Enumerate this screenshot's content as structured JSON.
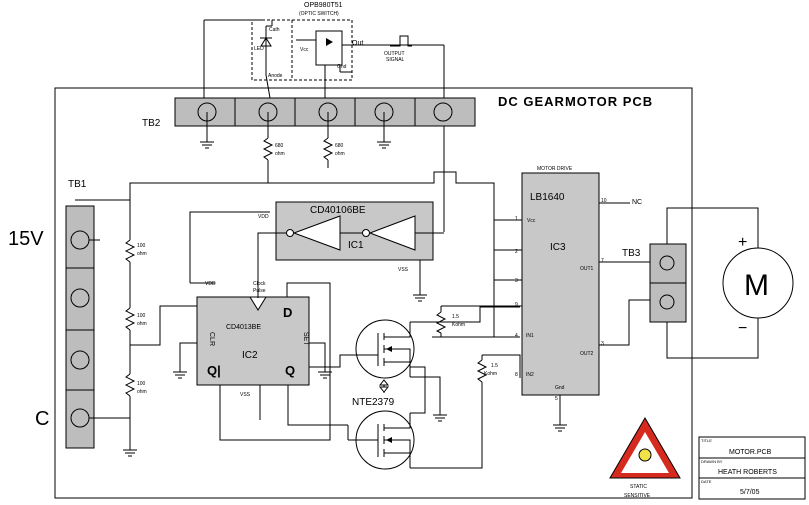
{
  "title": "DC  GEARMOTOR  PCB",
  "optic_switch": {
    "part": "OPB980T51",
    "desc": "(OPTIC SWITCH)",
    "pin_cath": "Cath",
    "pin_anode": "Anode",
    "pin_out": "Out",
    "pin_led": "LED",
    "pin_vcc": "Vcc",
    "pin_gnd": "Gnd"
  },
  "output_signal": {
    "line1": "OUTPUT",
    "line2": "SIGNAL"
  },
  "tb2": {
    "label": "TB2"
  },
  "tb1": {
    "label": "TB1",
    "v15": "15V",
    "c": "C"
  },
  "tb3": {
    "label": "TB3"
  },
  "r680a": {
    "value": "680",
    "unit": "ohm"
  },
  "r680b": {
    "value": "680",
    "unit": "ohm"
  },
  "r100a": {
    "value": "100",
    "unit": "ohm"
  },
  "r100b": {
    "value": "100",
    "unit": "ohm"
  },
  "r100c": {
    "value": "100",
    "unit": "ohm"
  },
  "r15a": {
    "value": "1.5",
    "unit": "Kohm"
  },
  "r15b": {
    "value": "1.5",
    "unit": "Kohm"
  },
  "ic1": {
    "part": "CD40106BE",
    "label": "IC1",
    "vdd": "VDD",
    "vss": "VSS"
  },
  "ic2": {
    "part": "CD4013BE",
    "label": "IC2",
    "vdd": "VDD",
    "vss": "VSS",
    "clock": "Clock",
    "pulse": "Pulse",
    "d": "D",
    "clr": "CLR",
    "set": "SET",
    "q": "Q",
    "qbar": "Q|"
  },
  "ic3": {
    "title": "MOTOR DRIVE",
    "part": "LB1640",
    "label": "IC3",
    "vcc": "Vcc",
    "out1": "OUT1",
    "out2": "OUT2",
    "in1": "IN1",
    "in2": "IN2",
    "gnd": "Gnd",
    "nc": "NC",
    "pins": {
      "p1": "1",
      "p2": "2",
      "p3": "3",
      "p4": "4",
      "p5": "5",
      "p7": "7",
      "p8": "8",
      "p9": "9",
      "p10": "10"
    }
  },
  "mosfet": {
    "label": "NTE2379"
  },
  "motor": {
    "label": "M",
    "plus": "+",
    "minus": "−"
  },
  "warning": {
    "line1": "STATIC",
    "line2": "SENSITIVE"
  },
  "title_block": {
    "title_label": "TITLE",
    "title": "MOTOR.PCB",
    "drawn_label": "DRAWN BY",
    "drawn": "HEATH ROBERTS",
    "date_label": "DATE",
    "date": "5/7/05"
  }
}
